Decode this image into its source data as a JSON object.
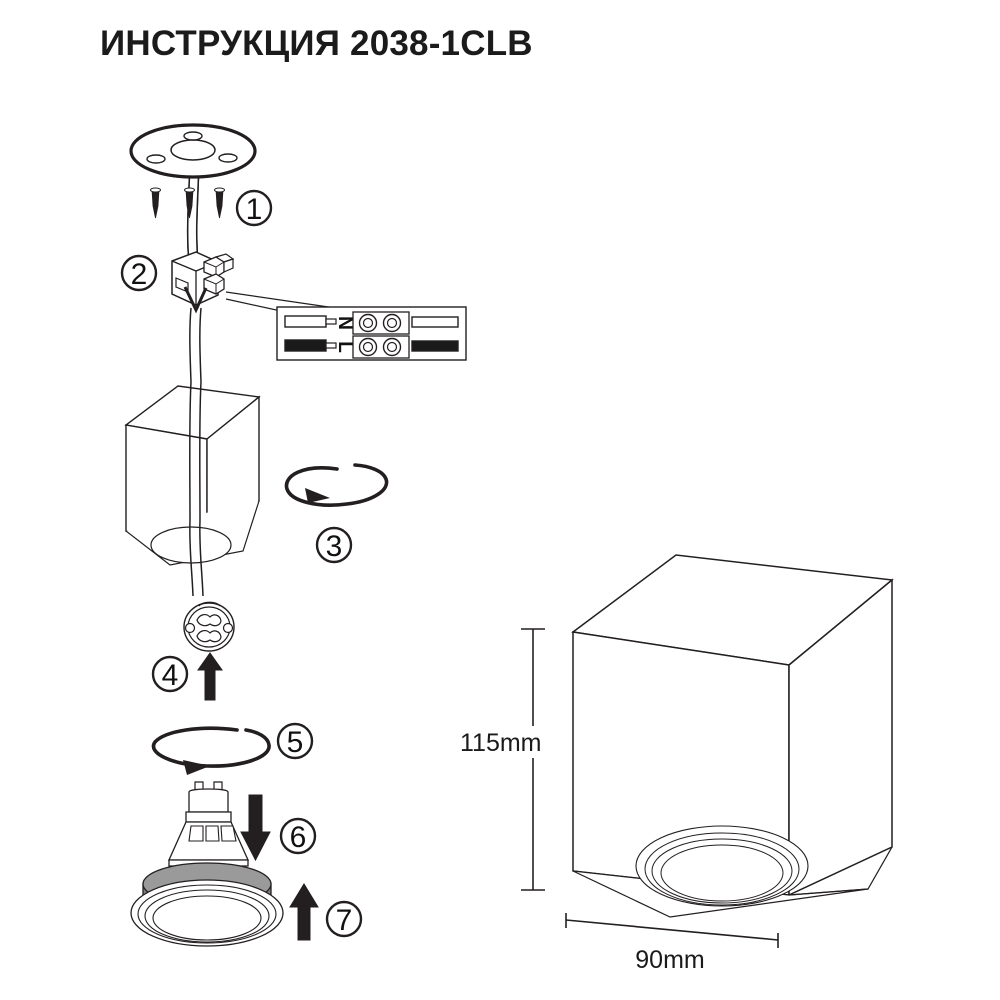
{
  "document": {
    "title": "ИНСТРУКЦИЯ 2038-1CLB",
    "type": "installation-instruction-diagram",
    "background_color": "#ffffff",
    "line_color": "#231f20"
  },
  "steps": [
    {
      "number": "1",
      "marker": "1",
      "name": "mounting-plate-screws"
    },
    {
      "number": "2",
      "marker": "2",
      "name": "terminal-block-wiring"
    },
    {
      "number": "3",
      "marker": "3",
      "name": "housing-rotate"
    },
    {
      "number": "4",
      "marker": "4",
      "name": "lamp-socket-insert"
    },
    {
      "number": "5",
      "marker": "5",
      "name": "socket-rotate-lock"
    },
    {
      "number": "6",
      "marker": "6",
      "name": "gu10-lamp-insert"
    },
    {
      "number": "7",
      "marker": "7",
      "name": "lens-ring-attach"
    }
  ],
  "terminal_detail": {
    "neutral_label": "N",
    "live_label": "L",
    "neutral_wire_color": "#ffffff",
    "live_wire_color": "#1a1a1a"
  },
  "dimensions": {
    "height": "115mm",
    "width": "90mm"
  }
}
